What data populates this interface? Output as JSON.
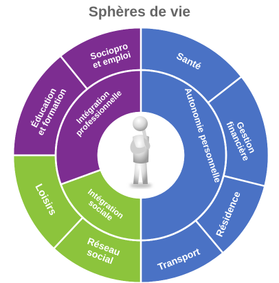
{
  "title": "Sphères de vie",
  "colors": {
    "purple": "#7d2d91",
    "blue": "#4a72c5",
    "green": "#8cc43c",
    "separator": "#ffffff",
    "inner_fill": "#ffffff"
  },
  "outer_ring": [
    {
      "id": "sante",
      "lines": [
        "Santé"
      ],
      "color": "blue"
    },
    {
      "id": "gestion",
      "lines": [
        "Gestion",
        "financière"
      ],
      "color": "blue"
    },
    {
      "id": "residence",
      "lines": [
        "Résidence"
      ],
      "color": "blue"
    },
    {
      "id": "transport",
      "lines": [
        "Transport"
      ],
      "color": "blue"
    },
    {
      "id": "reseau",
      "lines": [
        "Réseau",
        "social"
      ],
      "color": "green"
    },
    {
      "id": "loisirs",
      "lines": [
        "Loisirs"
      ],
      "color": "green"
    },
    {
      "id": "education",
      "lines": [
        "Éducation",
        "et formation"
      ],
      "color": "purple"
    },
    {
      "id": "sociopro",
      "lines": [
        "Sociopro",
        "et emploi"
      ],
      "color": "purple"
    }
  ],
  "middle_ring": [
    {
      "id": "autonomie",
      "lines": [
        "Autonomie personnelle"
      ],
      "color": "blue"
    },
    {
      "id": "integration-sociale",
      "lines": [
        "Intégration",
        "sociale"
      ],
      "color": "green"
    },
    {
      "id": "integration-pro",
      "lines": [
        "Intégration",
        "professionnelle"
      ],
      "color": "purple"
    }
  ],
  "center": {
    "figure": "thinking-person-icon"
  }
}
